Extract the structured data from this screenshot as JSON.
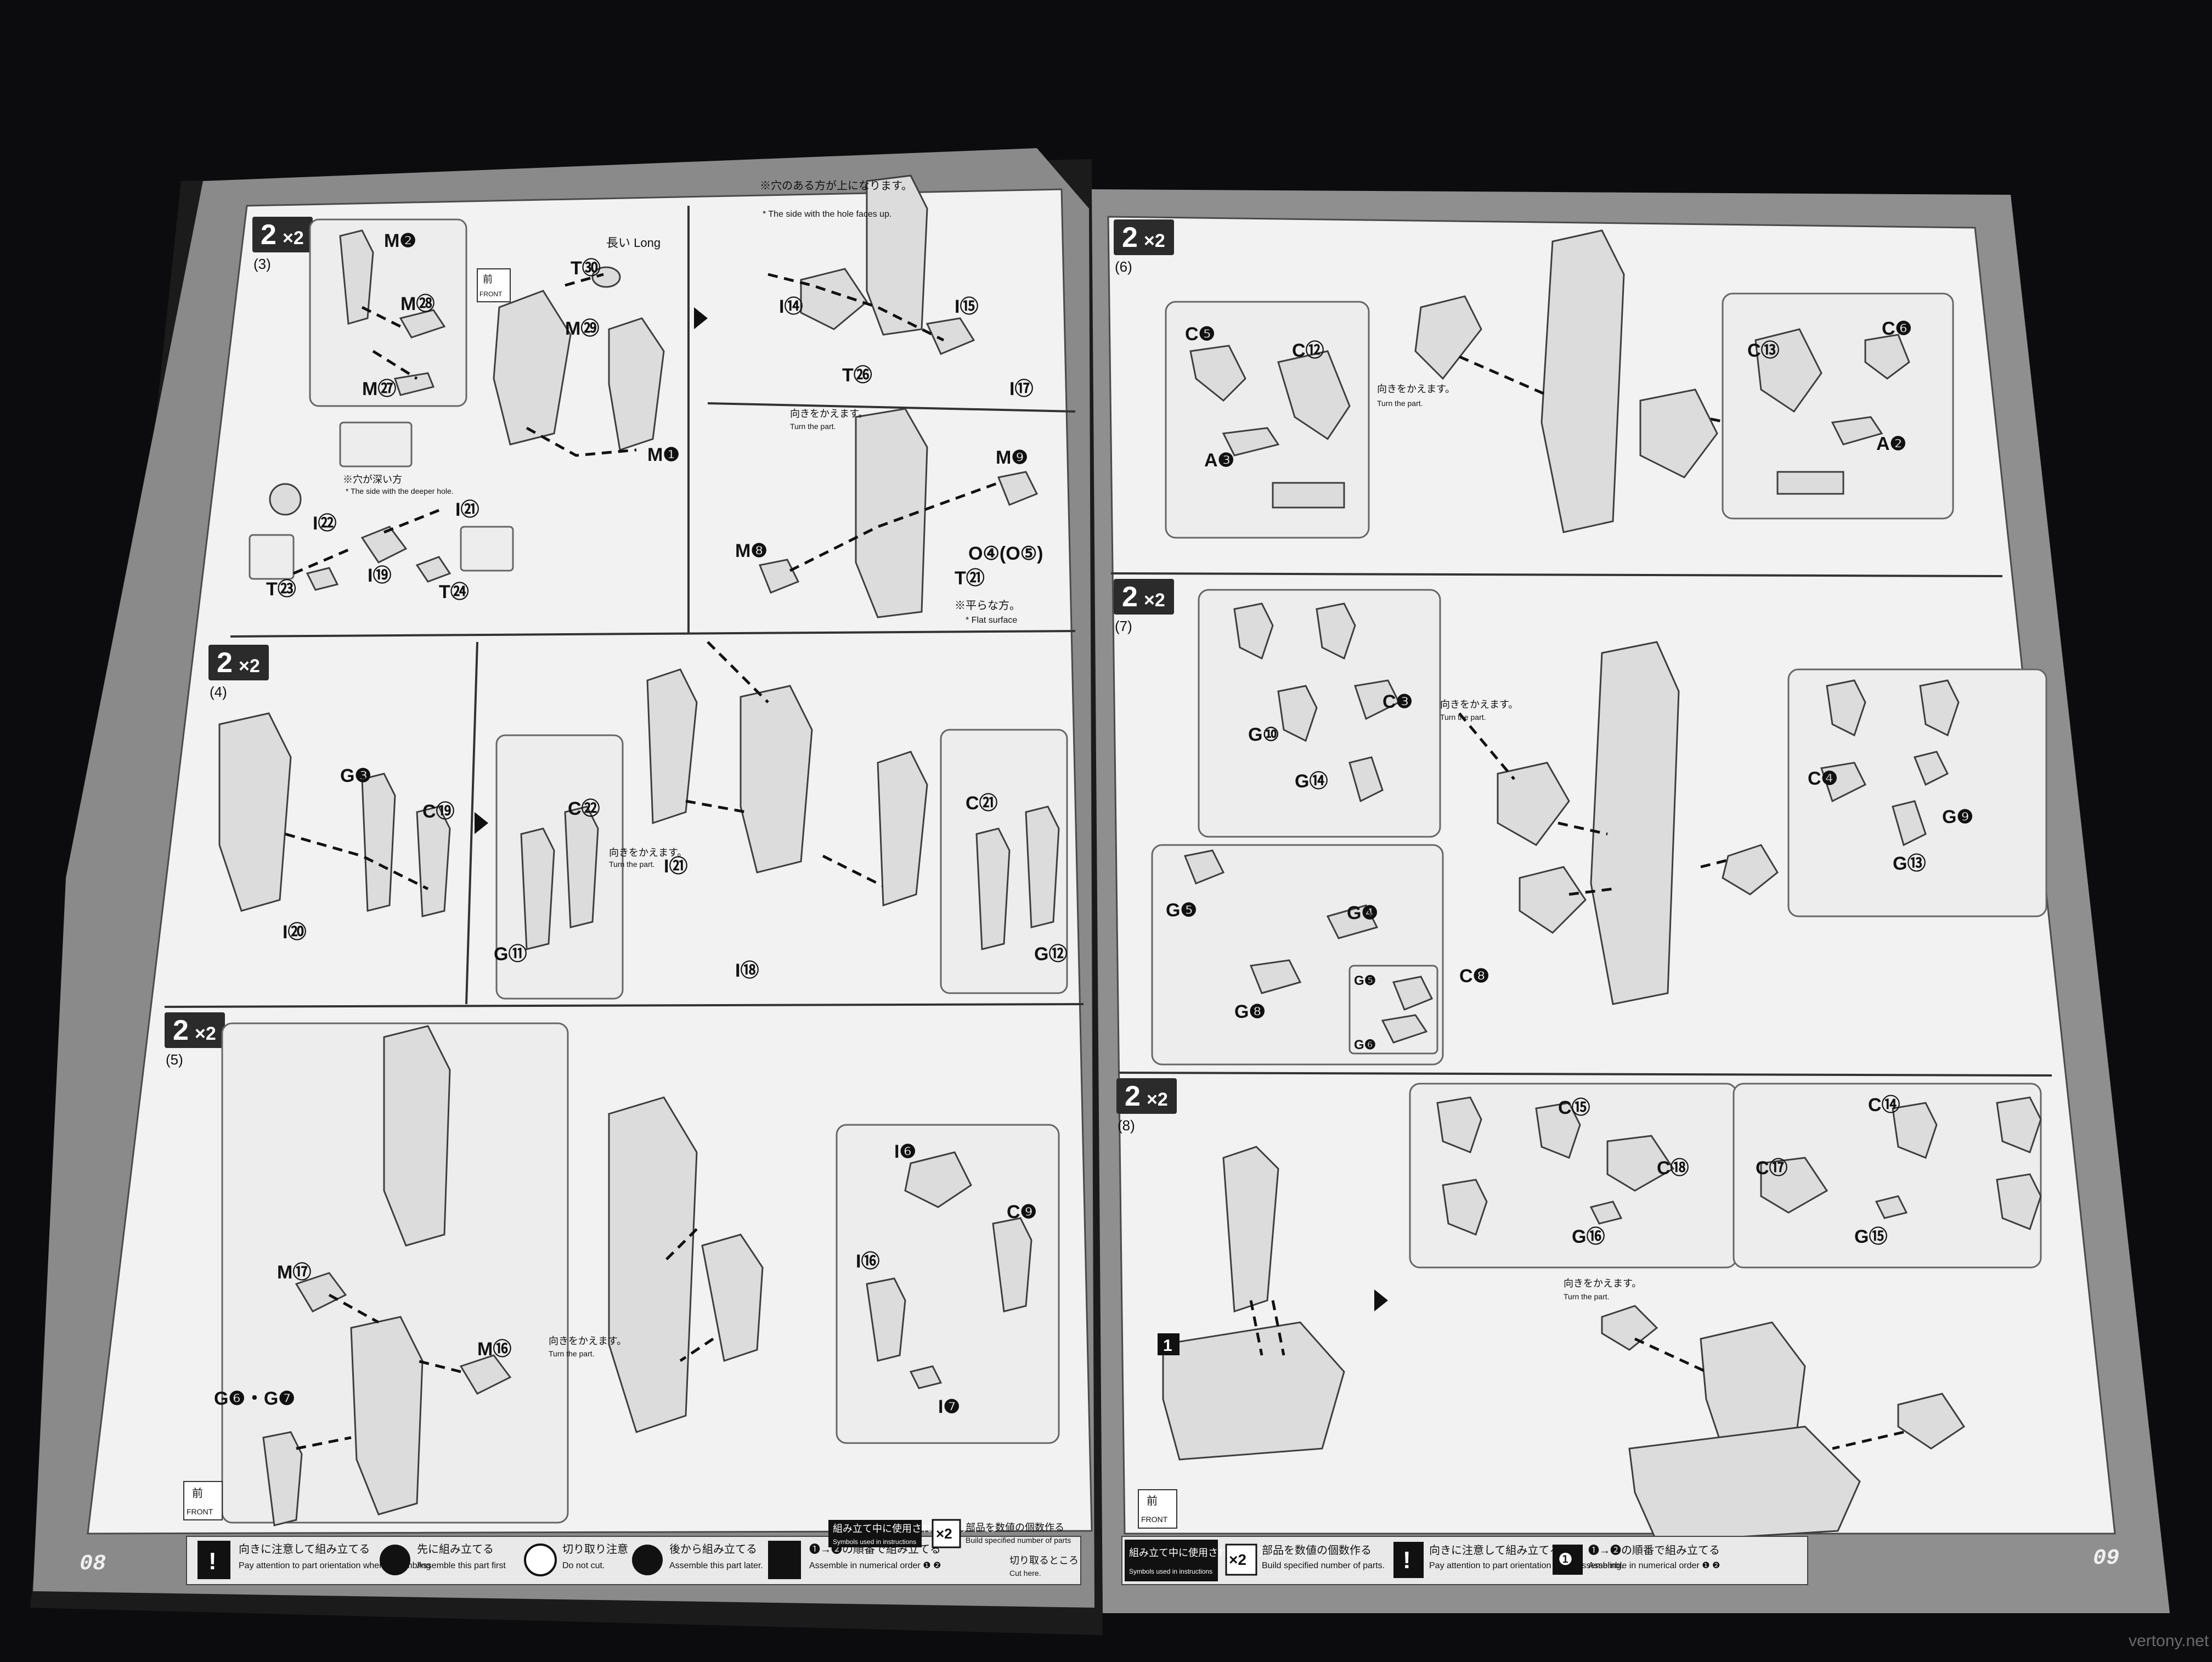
{
  "left_page": {
    "page_number": "08",
    "steps": [
      {
        "id": "2",
        "sub": "(3)",
        "multiplier": "×2",
        "labels": [
          "M❷",
          "M㉘",
          "M㉙",
          "M㉗",
          "M❶",
          "T㉚",
          "T㉖",
          "I㉒",
          "I⑲",
          "T㉓",
          "T㉔",
          "I㉑",
          "I⑭",
          "I⑮",
          "I⑰",
          "M❾",
          "M❽",
          "O④(O⑤)",
          "T㉑"
        ],
        "notes": [
          "長い Long",
          "※穴のある方が上になります。",
          "* The side with the hole faces up.",
          "※穴が深い方",
          "* The side with the deeper hole.",
          "向きをかえます。",
          "Turn the part.",
          "※平らな方。",
          "* Flat surface"
        ]
      },
      {
        "id": "2",
        "sub": "(4)",
        "multiplier": "×2",
        "labels": [
          "G❸",
          "C⑲",
          "I⑳",
          "C㉒",
          "G⑪",
          "I㉑",
          "I⑱",
          "C㉑",
          "G⑫"
        ],
        "notes": [
          "向きをかえます。",
          "Turn the part."
        ]
      },
      {
        "id": "2",
        "sub": "(5)",
        "multiplier": "×2",
        "labels": [
          "M⑰",
          "M⑯",
          "G❻・G❼",
          "I❻",
          "C❾",
          "I⑯",
          "I❼"
        ],
        "notes": [
          "向きをかえます。",
          "Turn the part."
        ]
      }
    ],
    "legend": [
      {
        "icon": "!",
        "jp": "向きに注意して組み立てる",
        "en": "Pay attention to part orientation when assembling"
      },
      {
        "icon": "●",
        "jp": "先に組み立てる",
        "en": "Assemble this part first"
      },
      {
        "icon": "⊗",
        "jp": "切り取り注意",
        "en": "Do not cut."
      },
      {
        "icon": "◐",
        "jp": "後から組み立てる",
        "en": "Assemble this part later."
      },
      {
        "icon": "❶",
        "jp": "❶→❷の順番で組み立てる",
        "en": "Assemble in numerical order ❶ ❷"
      }
    ],
    "legend_title_jp": "組み立て中に使用されているアイコン",
    "legend_title_en": "Symbols used in instructions"
  },
  "right_page": {
    "page_number": "09",
    "steps": [
      {
        "id": "2",
        "sub": "(6)",
        "multiplier": "×2",
        "labels": [
          "C❺",
          "C⑫",
          "A❸",
          "C⑬",
          "C❻",
          "A❷"
        ],
        "notes": [
          "向きをかえます。",
          "Turn the part."
        ]
      },
      {
        "id": "2",
        "sub": "(7)",
        "multiplier": "×2",
        "labels": [
          "C❸",
          "G⑩",
          "G⑭",
          "C❹",
          "G❾",
          "G⑬",
          "G❺",
          "G❹",
          "G❽",
          "C❽",
          "G❺",
          "G❻"
        ],
        "notes": [
          "向きをかえます。",
          "Turn the part."
        ]
      },
      {
        "id": "2",
        "sub": "(8)",
        "multiplier": "×2",
        "labels": [
          "C⑮",
          "C⑱",
          "G⑯",
          "C⑭",
          "C⑰",
          "G⑮",
          "1"
        ],
        "notes": [
          "向きをかえます。",
          "Turn the part."
        ]
      }
    ],
    "legend": [
      {
        "icon": "×2",
        "jp": "部品を数値の個数作る",
        "en": "Build specified number of parts."
      },
      {
        "icon": "!",
        "jp": "向きに注意して組み立てる",
        "en": "Pay attention to part orientation when assembling."
      },
      {
        "icon": "❶",
        "jp": "❶→❷の順番で組み立てる",
        "en": "Assemble in numerical order ❶ ❷"
      }
    ],
    "legend_title_jp": "組み立て中に使用されているアイコン",
    "legend_title_en": "Symbols used in instructions",
    "extra_legend": {
      "icon": "×2",
      "jp": "部品を数値の個数作る",
      "en": "Build specified number of parts",
      "cut_jp": "切り取るところ",
      "cut_en": "Cut here."
    }
  },
  "front_label_jp": "前",
  "front_label_en": "FRONT",
  "watermark": "vertony.net",
  "colors": {
    "background": "#0c0c0e",
    "page_border": "#8a8a8a",
    "sheet": "#f2f2f2",
    "ink": "#111111"
  }
}
